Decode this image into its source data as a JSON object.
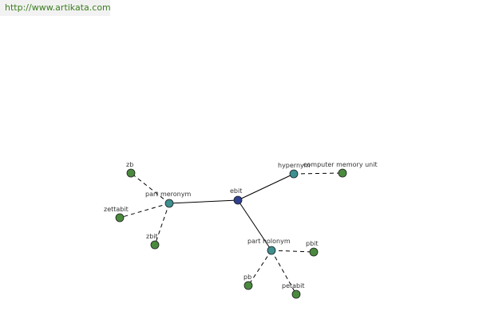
{
  "source": {
    "url_text": "http://www.artikata.com"
  },
  "colors": {
    "center": "#2f3f8f",
    "relation": "#3f8f8f",
    "leaf": "#4a8a3e",
    "link": "#3b7d1e"
  },
  "graph": {
    "center": {
      "label": "ebit"
    },
    "relations": [
      {
        "label": "hypernym",
        "leaves": [
          {
            "label": "computer memory unit"
          }
        ]
      },
      {
        "label": "part meronym",
        "leaves": [
          {
            "label": "zb"
          },
          {
            "label": "zettabit"
          },
          {
            "label": "zbit"
          }
        ]
      },
      {
        "label": "part holonym",
        "leaves": [
          {
            "label": "pbit"
          },
          {
            "label": "pb"
          },
          {
            "label": "petabit"
          }
        ]
      }
    ]
  }
}
